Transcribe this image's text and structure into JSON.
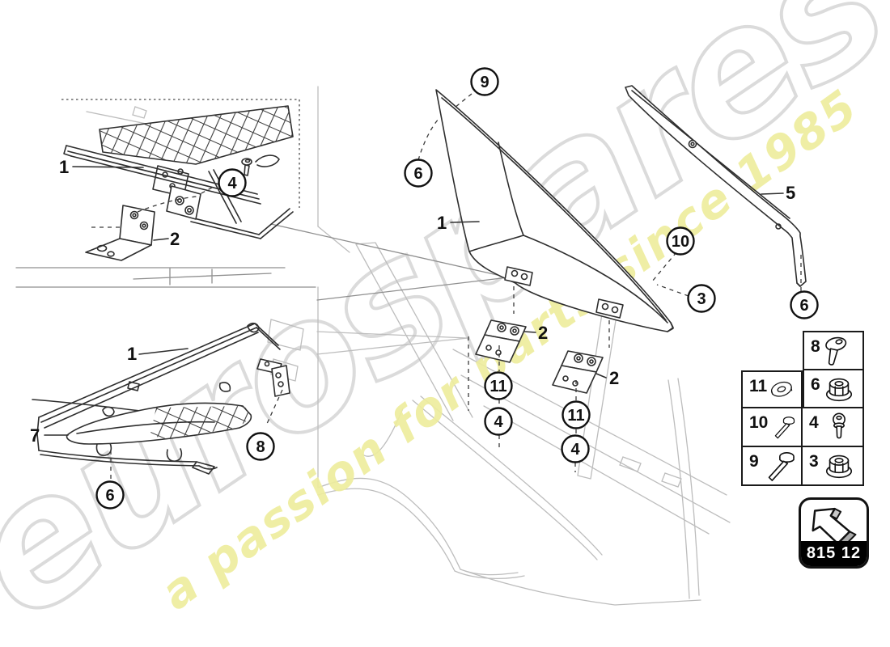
{
  "watermark": {
    "brand": "eurospares",
    "tagline": "a passion for parts since 1985",
    "brand_outline_color": "#dadada",
    "tagline_color": "#eeed9e"
  },
  "callouts": [
    {
      "num": "9"
    },
    {
      "num": "6"
    },
    {
      "num": "10"
    },
    {
      "num": "3"
    },
    {
      "num": "6"
    },
    {
      "num": "4"
    },
    {
      "num": "6"
    },
    {
      "num": "8"
    },
    {
      "num": "11"
    },
    {
      "num": "4"
    },
    {
      "num": "11"
    },
    {
      "num": "4"
    }
  ],
  "labels": [
    {
      "num": "1"
    },
    {
      "num": "2"
    },
    {
      "num": "1"
    },
    {
      "num": "5"
    },
    {
      "num": "1"
    },
    {
      "num": "7"
    },
    {
      "num": "2"
    },
    {
      "num": "2"
    }
  ],
  "parts_table": {
    "cells": [
      {
        "ref": "8",
        "fastener": "pan-head-screw"
      },
      {
        "ref": "11",
        "fastener": "washer"
      },
      {
        "ref": "6",
        "fastener": "flange-nut"
      },
      {
        "ref": "10",
        "fastener": "long-bolt"
      },
      {
        "ref": "4",
        "fastener": "button-screw"
      },
      {
        "ref": "9",
        "fastener": "long-bolt"
      },
      {
        "ref": "3",
        "fastener": "flange-nut"
      }
    ]
  },
  "page_code": {
    "code": "815 12"
  }
}
